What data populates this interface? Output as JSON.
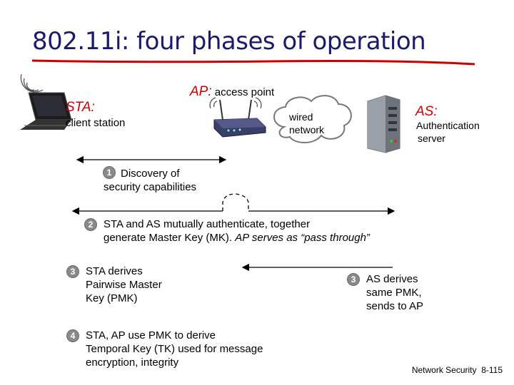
{
  "title": "802.11i: four phases of operation",
  "labels": {
    "ap_prefix": "AP:",
    "ap_desc": "access point",
    "sta_prefix": "STA:",
    "sta_desc": "client station",
    "wired_line1": "wired",
    "wired_line2": "network",
    "as_prefix": "AS:",
    "as_desc_line1": "Authentication",
    "as_desc_line2": "server"
  },
  "steps": {
    "s1": {
      "num": "1",
      "line1": "Discovery of",
      "line2": "security capabilities"
    },
    "s2": {
      "num": "2",
      "line1": "STA and AS mutually authenticate, together",
      "line2_plain": "generate Master Key (MK). ",
      "line2_italic": "AP serves as “pass through”"
    },
    "s3a": {
      "num": "3",
      "line1": "STA derives",
      "line2": "Pairwise Master",
      "line3": "Key (PMK)"
    },
    "s3b": {
      "num": "3",
      "line1": "AS derives",
      "line2": "same PMK,",
      "line3": "sends to AP"
    },
    "s4": {
      "num": "4",
      "line1": "STA, AP use PMK to derive",
      "line2": "Temporal Key (TK) used for message",
      "line3": "encryption, integrity"
    }
  },
  "footer": {
    "course": "Network Security",
    "page": "8-115"
  },
  "icons": [
    "laptop-icon",
    "wireless-waves-icon",
    "router-icon",
    "cloud-icon",
    "server-icon"
  ],
  "colors": {
    "title": "#1a1a6e",
    "accent_red": "#cc0000",
    "title_underline": "#cc0000",
    "badge": "#8a8a8a"
  }
}
